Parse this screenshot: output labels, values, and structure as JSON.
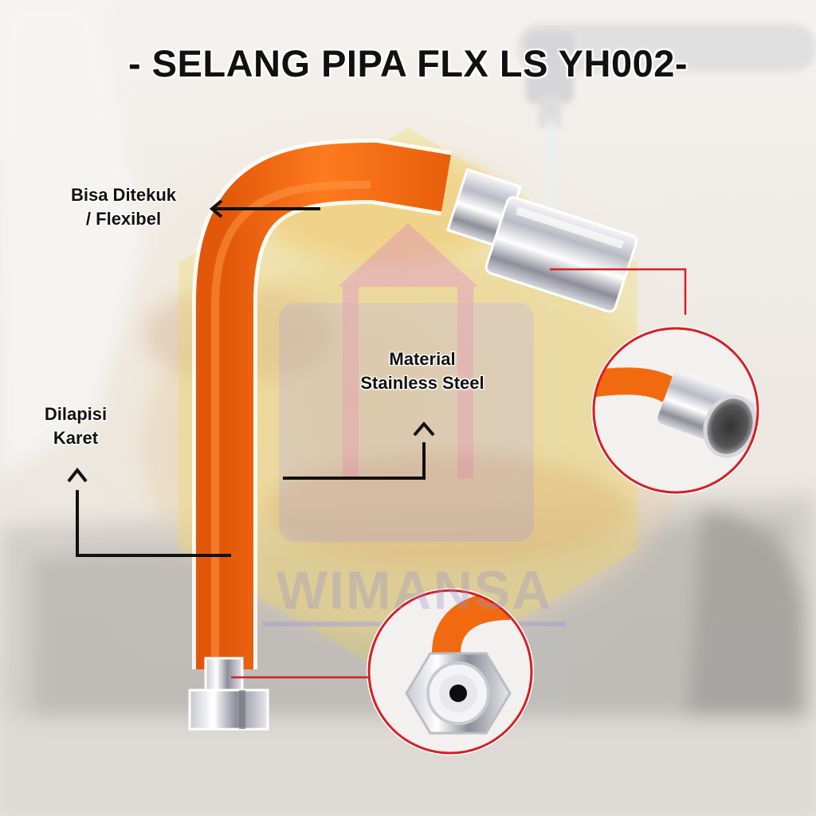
{
  "title": "- SELANG PIPA FLX LS YH002-",
  "labels": {
    "flexible_line1": "Bisa Ditekuk",
    "flexible_line2": "/ Flexibel",
    "material_line1": "Material",
    "material_line2": "Stainless Steel",
    "coating_line1": "Dilapisi",
    "coating_line2": "Karet"
  },
  "watermark": "WIMANSA",
  "colors": {
    "hose": "#f26a10",
    "callout_line": "#d61f26",
    "arrow": "#111111",
    "watermark": "#8f8ad0"
  },
  "icons": {
    "arrow_left": "arrow-left-icon",
    "arrow_up": "arrow-up-icon"
  }
}
